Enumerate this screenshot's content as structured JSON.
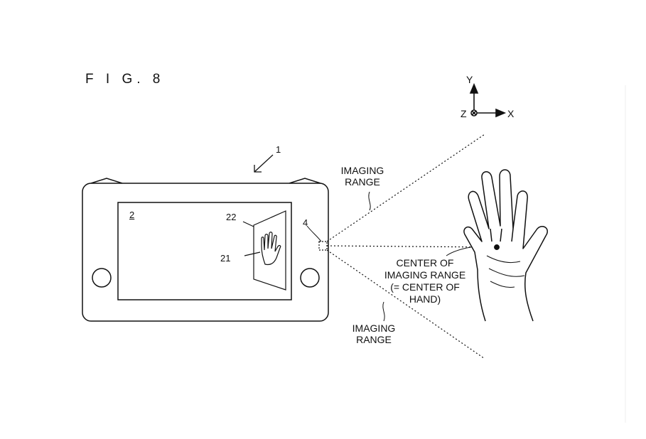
{
  "figure": {
    "title": "F I G. 8",
    "refs": {
      "device": "1",
      "screen": "2",
      "sensor": "4",
      "hand_image": "21",
      "plane_image": "22"
    },
    "axes": {
      "y": "Y",
      "x": "X",
      "z": "Z"
    },
    "labels": {
      "imaging_range_upper": [
        "IMAGING",
        "RANGE"
      ],
      "imaging_range_lower": [
        "IMAGING",
        "RANGE"
      ],
      "center": [
        "CENTER OF",
        "IMAGING RANGE",
        "(= CENTER OF",
        "HAND)"
      ]
    }
  }
}
